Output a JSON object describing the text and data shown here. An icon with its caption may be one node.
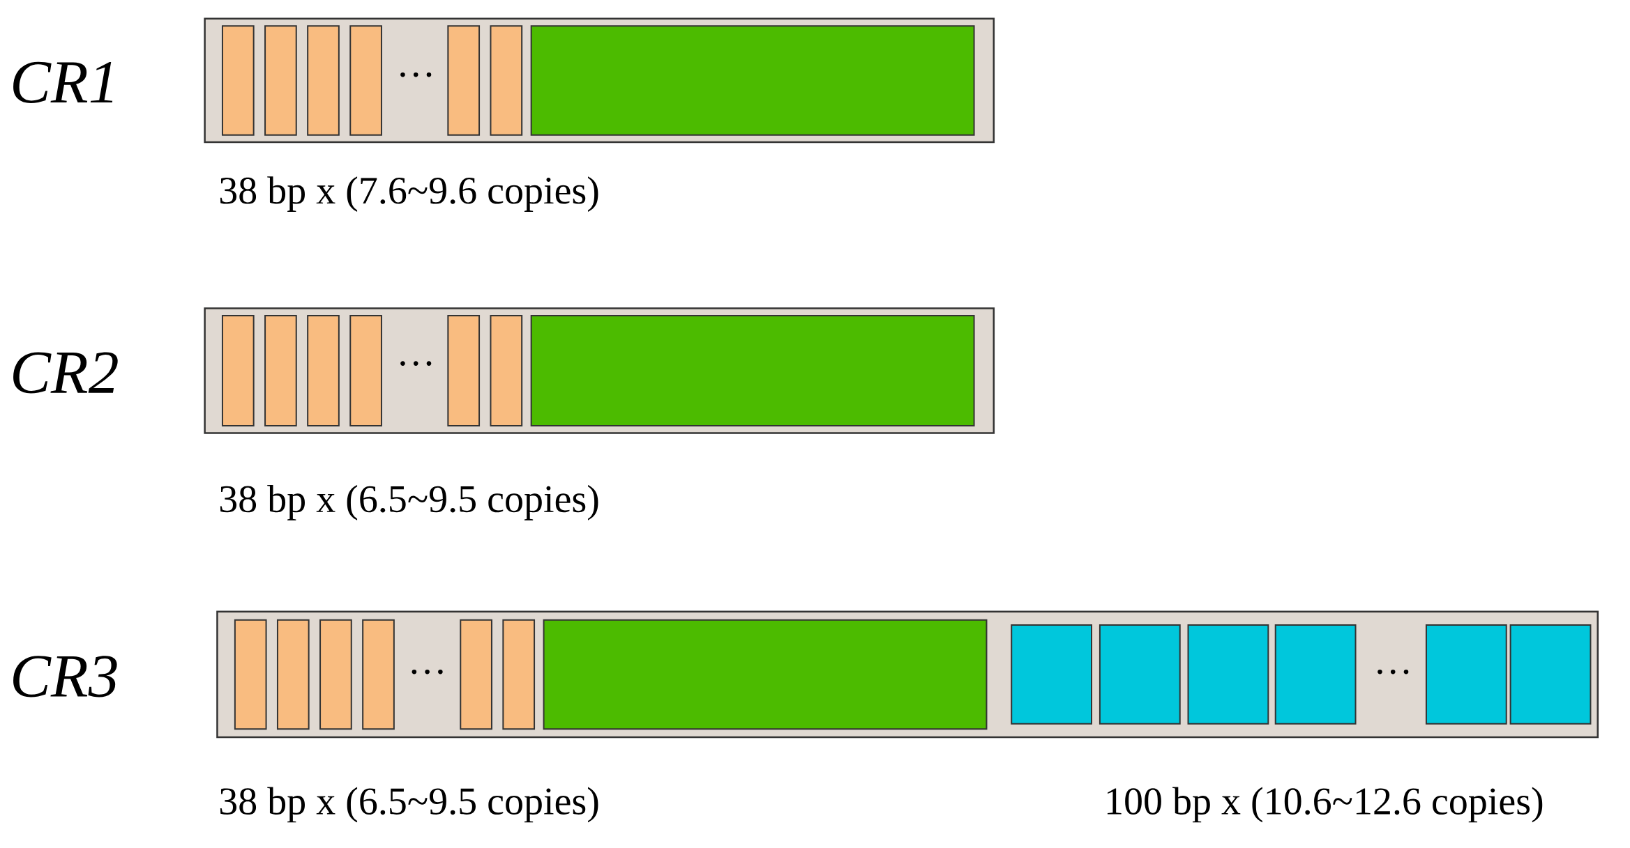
{
  "diagram": {
    "nodes": [
      {
        "text": [
          "CR1"
        ],
        "beside": [
          "38 bp x (7.6~9.6 copies)"
        ]
      },
      {
        "text": [],
        "shape": "box",
        "in": 0
      },
      {
        "text": [],
        "shape": "box",
        "in": 0
      },
      {
        "text": [],
        "shape": "box",
        "in": 0
      },
      {
        "text": [],
        "shape": "box",
        "in": 0
      },
      {
        "text": [],
        "shape": "box",
        "in": 0
      },
      {
        "text": [],
        "shape": "box",
        "in": 0
      },
      {
        "text": [],
        "shape": "box",
        "in": 0
      },
      {
        "text": [
          "CR2"
        ],
        "beside": [
          "38 bp x (6.5~9.5 copies)"
        ]
      },
      {
        "text": [],
        "shape": "box",
        "in": 8
      },
      {
        "text": [],
        "shape": "box",
        "in": 8
      },
      {
        "text": [],
        "shape": "box",
        "in": 8
      },
      {
        "text": [],
        "shape": "box",
        "in": 8
      },
      {
        "text": [],
        "shape": "box",
        "in": 8
      },
      {
        "text": [],
        "shape": "box",
        "in": 8
      },
      {
        "text": [],
        "shape": "box",
        "in": 8
      },
      {
        "text": [
          "CR3"
        ],
        "beside": [
          "38 bp x (6.5~9.5 copies)",
          "100 bp x (10.6~12.6 copies)"
        ]
      },
      {
        "text": [],
        "shape": "box",
        "in": 16
      },
      {
        "text": [],
        "shape": "box",
        "in": 16
      },
      {
        "text": [],
        "shape": "box",
        "in": 16
      },
      {
        "text": [],
        "shape": "box",
        "in": 16
      },
      {
        "text": [],
        "shape": "box",
        "in": 16
      },
      {
        "text": [],
        "shape": "box",
        "in": 16
      },
      {
        "text": [],
        "shape": "box",
        "in": 16
      },
      {
        "text": [],
        "shape": "box",
        "in": 16
      },
      {
        "text": [],
        "shape": "box",
        "in": 16
      },
      {
        "text": [],
        "shape": "box",
        "in": 16
      },
      {
        "text": [],
        "shape": "box",
        "in": 16
      },
      {
        "text": [],
        "shape": "box",
        "in": 16
      },
      {
        "text": [],
        "shape": "box",
        "in": 16
      }
    ],
    "labels": [
      "…",
      "…",
      "…",
      "…"
    ]
  }
}
